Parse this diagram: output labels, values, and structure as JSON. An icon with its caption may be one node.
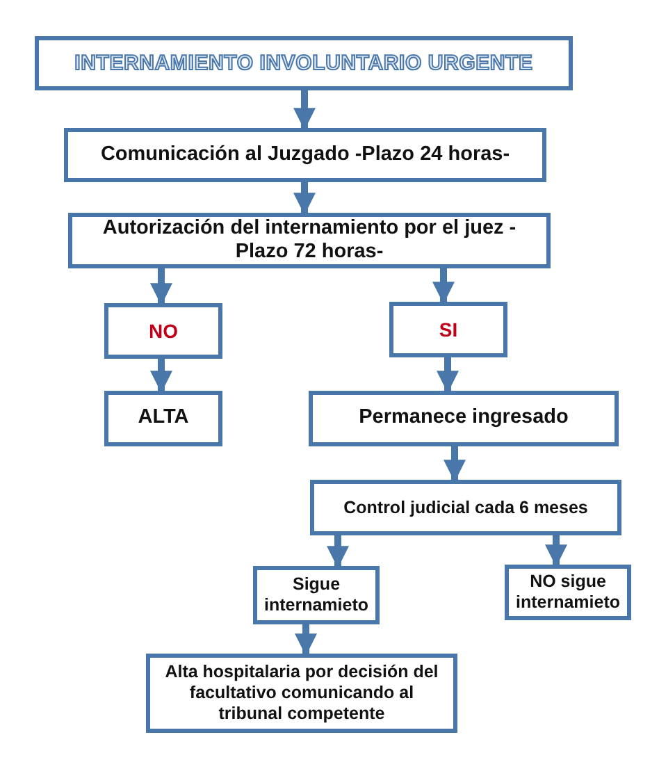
{
  "diagram": {
    "nodes": [
      {
        "text": [
          "INTERNAMIENTO INVOLUNTARIO URGENTE"
        ]
      },
      {
        "text": [
          "Comunicación al Juzgado -Plazo 24 horas-"
        ]
      },
      {
        "text": [
          "Autorización del internamiento por el juez -Plazo 72 horas-"
        ]
      },
      {
        "text": [
          "NO"
        ]
      },
      {
        "text": [
          "SI"
        ]
      },
      {
        "text": [
          "ALTA"
        ]
      },
      {
        "text": [
          "Permanece ingresado"
        ]
      },
      {
        "text": [
          "Control judicial cada 6 meses"
        ]
      },
      {
        "text": [
          "Sigue internamieto"
        ]
      },
      {
        "text": [
          "NO sigue internamieto"
        ]
      },
      {
        "text": [
          "Alta hospitalaria por decisión del facultativo comunicando al tribunal competente"
        ]
      }
    ],
    "edges": [
      {
        "from": 0,
        "to": 1,
        "arrow": "to"
      },
      {
        "from": 1,
        "to": 2,
        "arrow": "to"
      },
      {
        "from": 2,
        "to": 3,
        "arrow": "to"
      },
      {
        "from": 2,
        "to": 4,
        "arrow": "to"
      },
      {
        "from": 3,
        "to": 5,
        "arrow": "to"
      },
      {
        "from": 4,
        "to": 6,
        "arrow": "to"
      },
      {
        "from": 6,
        "to": 7,
        "arrow": "to"
      },
      {
        "from": 7,
        "to": 8,
        "arrow": "to"
      },
      {
        "from": 7,
        "to": 9,
        "arrow": "to"
      },
      {
        "from": 8,
        "to": 10,
        "arrow": "to"
      }
    ]
  }
}
